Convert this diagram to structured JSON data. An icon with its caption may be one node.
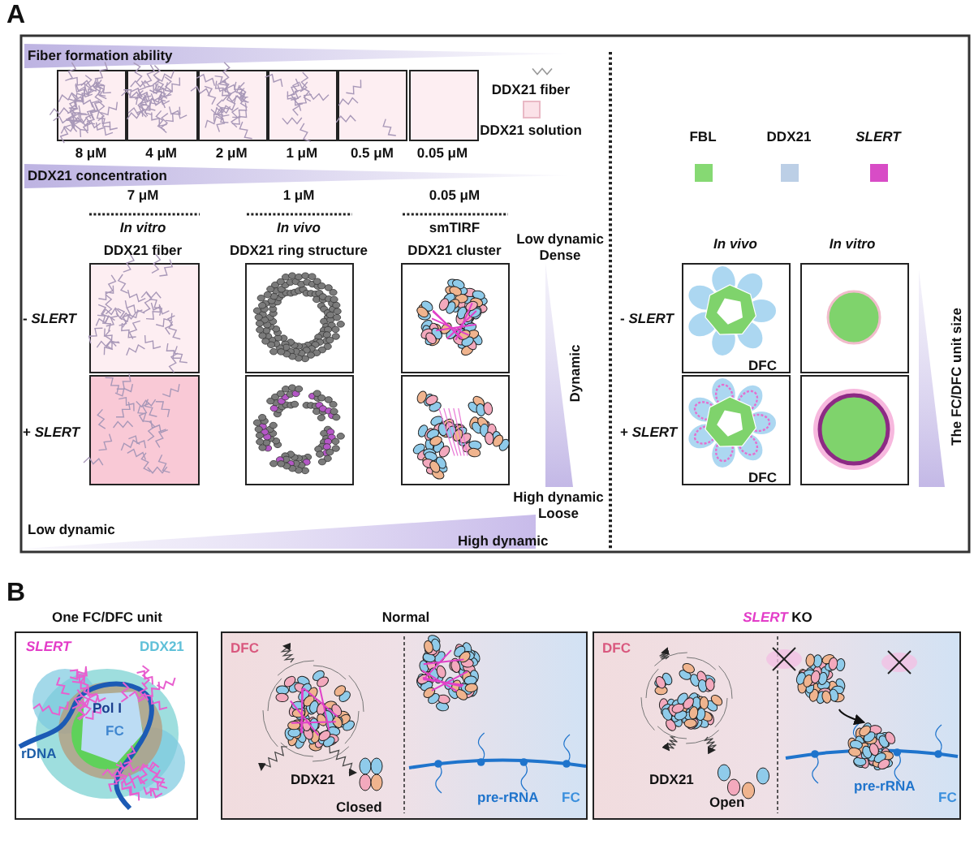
{
  "diagram": {
    "nodes": [
      {
        "text": [],
        "shape": "picture",
        "beside": [
          "8 μM"
        ]
      },
      {
        "text": [],
        "shape": "picture",
        "beside": [
          "4 μM"
        ]
      },
      {
        "text": [],
        "shape": "picture",
        "beside": [
          "2 μM"
        ]
      },
      {
        "text": [],
        "shape": "picture",
        "beside": [
          "1 μM"
        ]
      },
      {
        "text": [],
        "shape": "picture",
        "beside": [
          "0.5 μM"
        ]
      },
      {
        "text": [],
        "shape": "box",
        "beside": [
          "0.05 μM"
        ]
      },
      {
        "text": [],
        "shape": "picture",
        "beside": [
          "In vitro",
          "DDX21 fiber",
          "- *SLERT*"
        ]
      },
      {
        "text": [],
        "shape": "picture",
        "beside": [
          "In vivo",
          "DDX21 ring structure"
        ]
      },
      {
        "text": [],
        "shape": "picture",
        "beside": [
          "smTIRF",
          "DDX21 cluster"
        ]
      },
      {
        "text": [
          "DFC"
        ],
        "beside": [
          "In vivo",
          "- *SLERT*"
        ]
      },
      {
        "text": [],
        "shape": "picture",
        "beside": [
          "In vitro"
        ]
      },
      {
        "text": [],
        "shape": "picture",
        "beside": [
          "+ *SLERT*"
        ]
      },
      {
        "text": [],
        "shape": "picture"
      },
      {
        "text": [],
        "shape": "picture"
      },
      {
        "text": [
          "DFC"
        ],
        "beside": [
          "+ *SLERT*"
        ]
      },
      {
        "text": [],
        "shape": "picture"
      },
      {
        "text": [
          "One FC/DFC unit",
          "SLERT",
          "DDX21",
          "Pol I",
          "FC",
          "rDNA"
        ]
      },
      {
        "text": [
          "Normal",
          "DFC",
          "DDX21",
          "Closed",
          "pre-rRNA",
          "FC"
        ]
      },
      {
        "text": [
          "*SLERT* KO",
          "DFC",
          "DDX21",
          "Open",
          "pre-rRNA",
          "FC"
        ]
      },
      {
        "text": [],
        "shape": "picture",
        "in": 18
      },
      {
        "text": [],
        "shape": "picture",
        "in": 18
      }
    ],
    "edges": [
      {
        "from": 19,
        "to": 20,
        "arrow": "to"
      }
    ],
    "labels": [
      "A",
      "Fiber formation ability",
      "DDX21 concentration",
      "7 μM",
      "1 μM",
      "0.05 μM",
      "Low dynamic Dense",
      "Dynamic",
      "The FC/DFC unit size",
      "High dynamic Loose",
      "Low dynamic",
      "High dynamic",
      "B"
    ],
    "legend": [
      {
        "text": "DDX21 fiber"
      },
      {
        "text": "DDX21 solution",
        "color": "#fbe2e8"
      },
      {
        "text": "FBL",
        "color": "#86d973"
      },
      {
        "text": "DDX21",
        "color": "#bccfe6"
      },
      {
        "text": "SLERT",
        "color": "#d84cc6"
      }
    ]
  }
}
